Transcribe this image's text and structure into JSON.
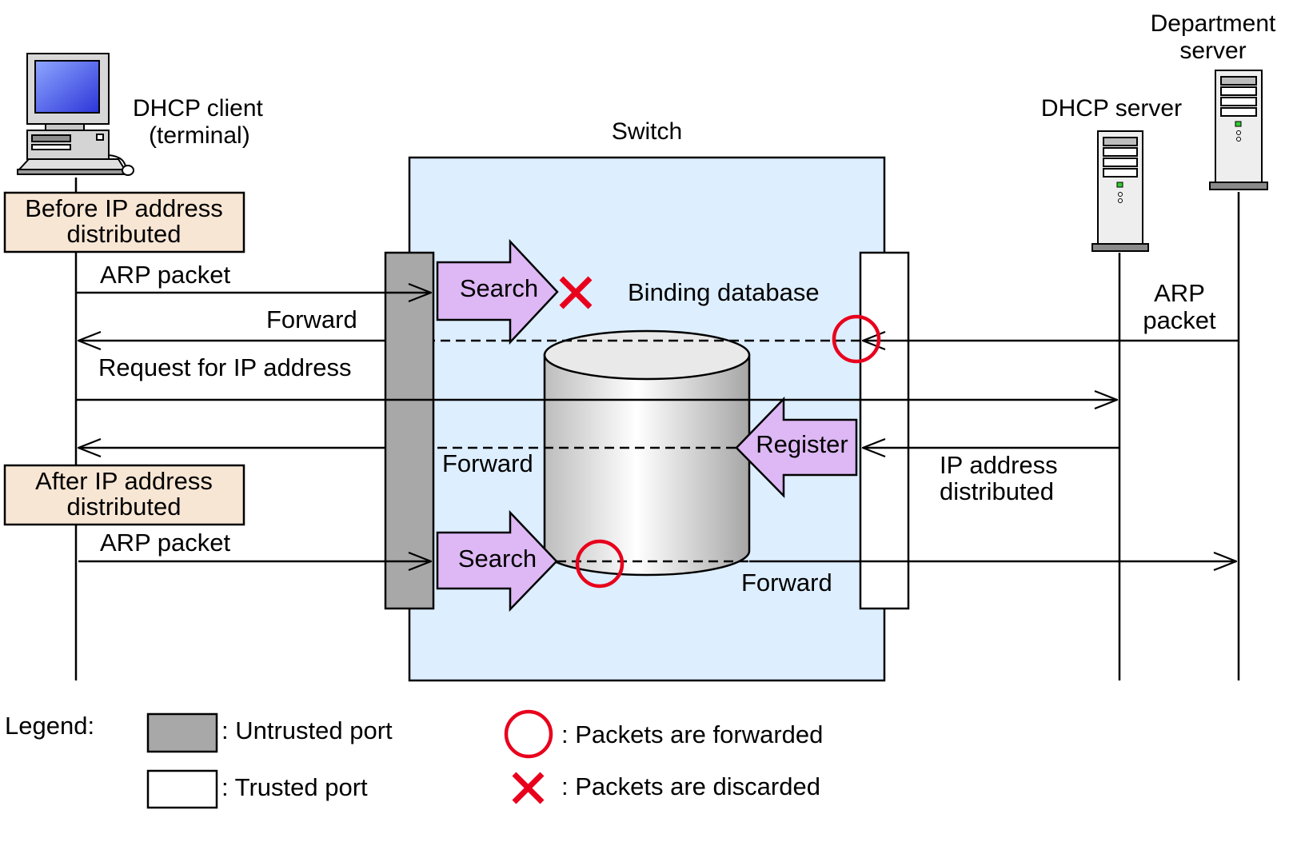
{
  "labels": {
    "dhcp_client_line1": "DHCP client",
    "dhcp_client_line2": "(terminal)",
    "switch": "Switch",
    "dhcp_server": "DHCP server",
    "department_server_line1": "Department",
    "department_server_line2": "server",
    "binding_database": "Binding database",
    "before_line1": "Before IP address",
    "before_line2": "distributed",
    "after_line1": "After IP address",
    "after_line2": "distributed"
  },
  "flow": {
    "arp_packet_1": "ARP packet",
    "search_1": "Search",
    "forward_1": "Forward",
    "arp_packet_right_line1": "ARP",
    "arp_packet_right_line2": "packet",
    "request_ip": "Request for IP address",
    "register": "Register",
    "forward_2": "Forward",
    "ip_distributed_line1": "IP address",
    "ip_distributed_line2": "distributed",
    "arp_packet_2": "ARP packet",
    "search_2": "Search",
    "forward_3": "Forward"
  },
  "legend": {
    "title": "Legend:",
    "untrusted": ": Untrusted port",
    "trusted": ": Trusted port",
    "forwarded": ": Packets are forwarded",
    "discarded": ": Packets are discarded"
  },
  "colors": {
    "switch_bg": "#ddeeff",
    "untrusted_port": "#a8a8a8",
    "state_box": "#f8e6d4",
    "action_arrow": "#ddb8f4",
    "mark_red": "#e8001c"
  }
}
